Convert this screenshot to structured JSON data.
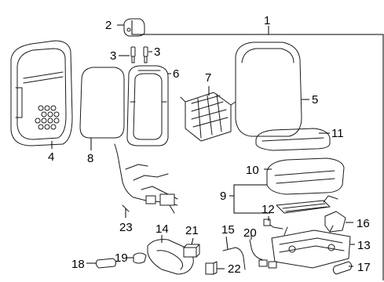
{
  "diagram": {
    "parts": [
      {
        "id": "p1",
        "label": "1"
      },
      {
        "id": "p2",
        "label": "2"
      },
      {
        "id": "p3a",
        "label": "3"
      },
      {
        "id": "p3b",
        "label": "3"
      },
      {
        "id": "p4",
        "label": "4"
      },
      {
        "id": "p5",
        "label": "5"
      },
      {
        "id": "p6",
        "label": "6"
      },
      {
        "id": "p7",
        "label": "7"
      },
      {
        "id": "p8",
        "label": "8"
      },
      {
        "id": "p9",
        "label": "9"
      },
      {
        "id": "p10",
        "label": "10"
      },
      {
        "id": "p11",
        "label": "11"
      },
      {
        "id": "p12",
        "label": "12"
      },
      {
        "id": "p13",
        "label": "13"
      },
      {
        "id": "p14",
        "label": "14"
      },
      {
        "id": "p15",
        "label": "15"
      },
      {
        "id": "p16",
        "label": "16"
      },
      {
        "id": "p17",
        "label": "17"
      },
      {
        "id": "p18",
        "label": "18"
      },
      {
        "id": "p19",
        "label": "19"
      },
      {
        "id": "p20",
        "label": "20"
      },
      {
        "id": "p21",
        "label": "21"
      },
      {
        "id": "p22",
        "label": "22"
      },
      {
        "id": "p23",
        "label": "23"
      }
    ]
  }
}
